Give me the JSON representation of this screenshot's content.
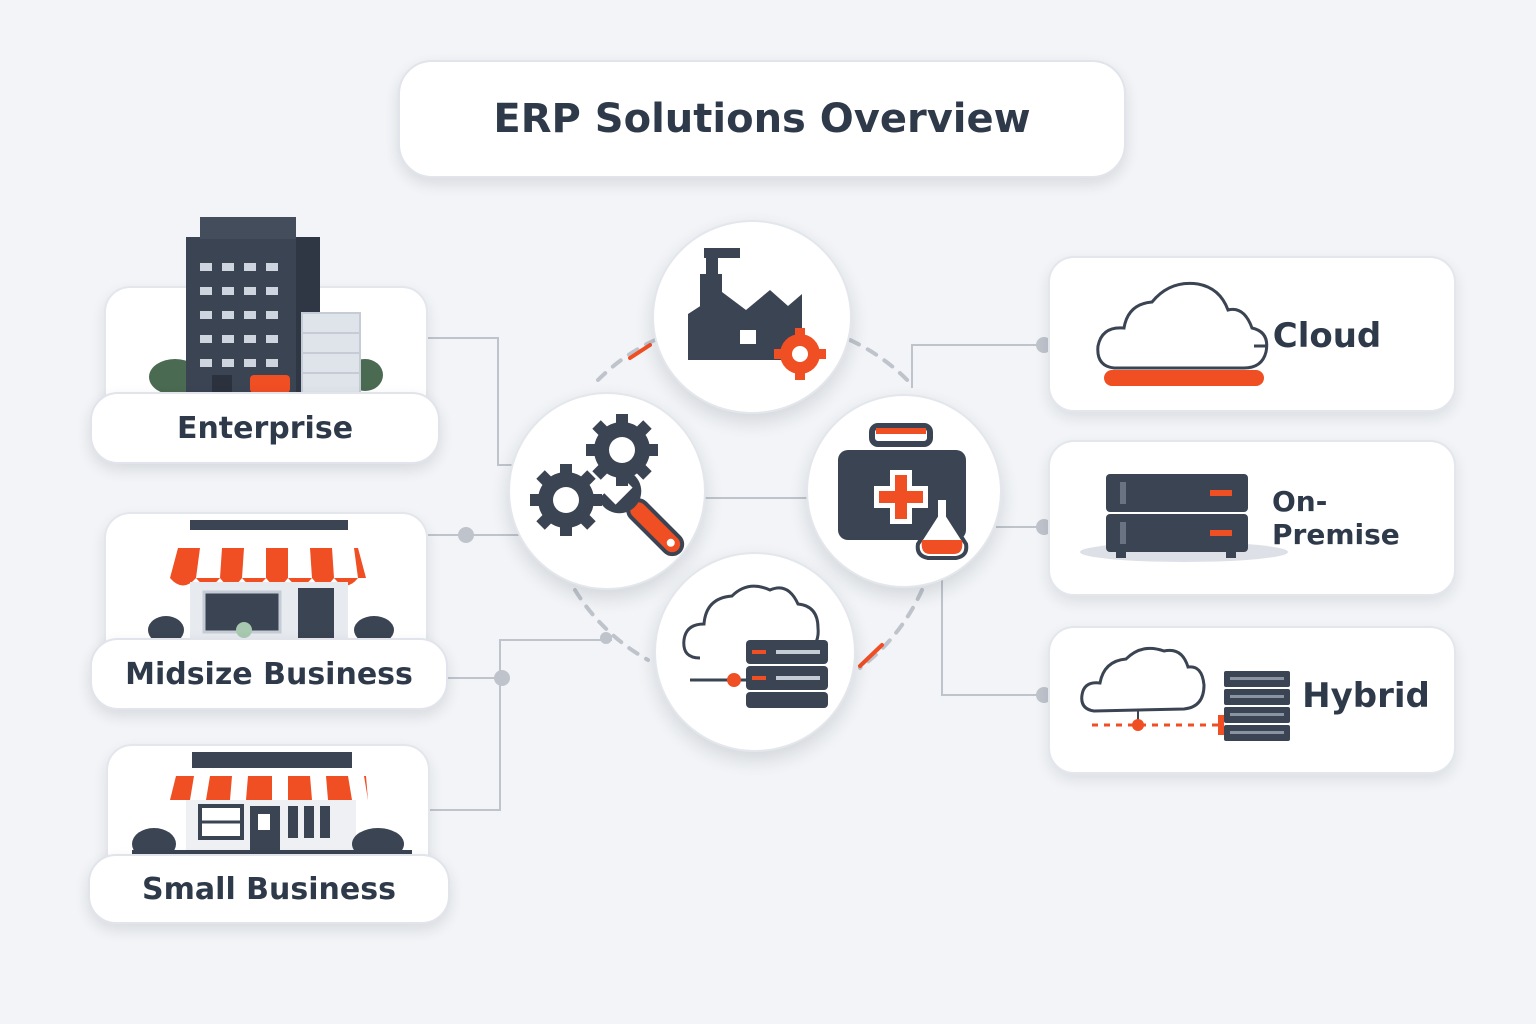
{
  "title": "ERP Solutions Overview",
  "business_sizes": [
    {
      "label": "Enterprise"
    },
    {
      "label": "Midsize Business"
    },
    {
      "label": "Small Business"
    }
  ],
  "deployments": [
    {
      "label": "Cloud"
    },
    {
      "label": "On-Premise"
    },
    {
      "label": "Hybrid"
    }
  ],
  "center_icons": [
    "factory-icon",
    "gears-wrench-icon",
    "medical-kit-icon",
    "cloud-server-icon"
  ],
  "colors": {
    "accent": "#f04e23",
    "dark": "#3b4452",
    "text": "#2e3a4a",
    "background": "#f2f4f7",
    "line": "#b8bec8"
  }
}
